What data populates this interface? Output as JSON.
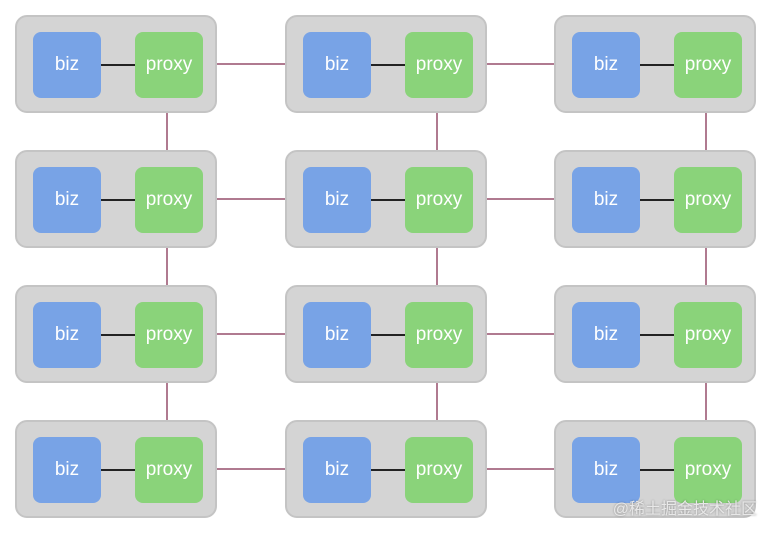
{
  "diagram": {
    "rows": 4,
    "cols": 3,
    "node": {
      "app_label": "biz",
      "sidecar_label": "proxy"
    }
  },
  "colors": {
    "pod_background": "#d4d4d4",
    "biz": "#78a3e6",
    "proxy": "#8ad37a",
    "mesh_link": "#b07a90",
    "local_link": "#222222"
  },
  "watermark": "@稀土掘金技术社区"
}
